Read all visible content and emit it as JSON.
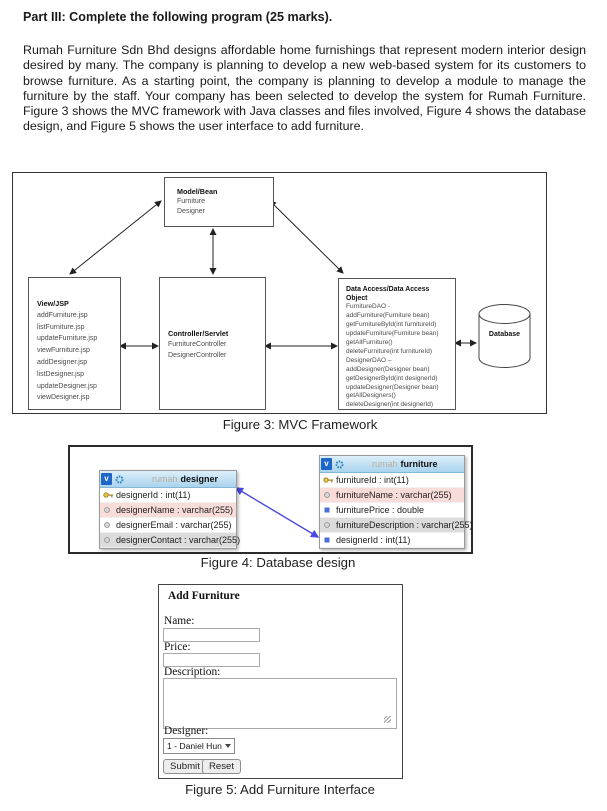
{
  "page": {
    "heading": "Part III: Complete the following program (25 marks).",
    "paragraph": "Rumah Furniture Sdn Bhd designs affordable home furnishings that represent modern interior design desired by many. The company is planning to develop a new web-based system for its customers to browse furniture. As a starting point, the company is planning to develop a module to manage the furniture by the staff. Your company has been selected to develop the system for Rumah Furniture. Figure 3 shows the MVC framework with Java classes and files involved, Figure 4 shows the database design, and Figure 5 shows the user interface to add furniture."
  },
  "figure3": {
    "caption": "Figure 3: MVC Framework",
    "model_bean": {
      "title": "Model/Bean",
      "items": [
        "Furniture",
        "Designer"
      ]
    },
    "view_jsp": {
      "title": "View/JSP",
      "items": [
        "addFurniture.jsp",
        "listFurniture.jsp",
        "updateFurniture.jsp",
        "viewFurniture.jsp",
        "addDesigner.jsp",
        "listDesigner.jsp",
        "updateDesigner.jsp",
        "viewDesigner.jsp"
      ]
    },
    "controller": {
      "title": "Controller/Servlet",
      "items": [
        "FurnitureController",
        "DesignerController"
      ]
    },
    "dao": {
      "title": "Data Access/Data Access Object",
      "items": [
        "FurnitureDAO -",
        "addFurniture(Furniture bean)",
        "getFurnitureById(int furnitureId)",
        "updateFurniture(Furniture bean)",
        "getAllFurniture()",
        "deleteFurniture(int furnitureId)",
        "DesignerDAO –",
        "addDesigner(Designer bean)",
        "getDesignerById(int designerId)",
        "updateDesigner(Designer bean)",
        "getAllDesigners()",
        "deleteDesigner(int designerId)"
      ]
    },
    "database_label": "Database"
  },
  "figure4": {
    "caption": "Figure 4: Database design",
    "collapse_glyph": "v",
    "designer_table": {
      "schema": "rumah",
      "name": "designer",
      "columns": [
        {
          "label": "designerId : int(11)",
          "icon": "primary-key"
        },
        {
          "label": "designerName : varchar(255)",
          "icon": "column"
        },
        {
          "label": "designerEmail : varchar(255)",
          "icon": "column"
        },
        {
          "label": "designerContact : varchar(255)",
          "icon": "column"
        }
      ]
    },
    "furniture_table": {
      "schema": "rumah",
      "name": "furniture",
      "columns": [
        {
          "label": "furnitureId : int(11)",
          "icon": "primary-key"
        },
        {
          "label": "furnitureName : varchar(255)",
          "icon": "column"
        },
        {
          "label": "furniturePrice : double",
          "icon": "numeric-column"
        },
        {
          "label": "furnitureDescription : varchar(255)",
          "icon": "column"
        },
        {
          "label": "designerId : int(11)",
          "icon": "foreign-key-column"
        }
      ]
    }
  },
  "figure5": {
    "caption": "Figure 5: Add Furniture Interface",
    "form_title": "Add Furniture",
    "name_label": "Name:",
    "price_label": "Price:",
    "description_label": "Description:",
    "designer_label": "Designer:",
    "designer_value": "1 - Daniel Hun",
    "submit_label": "Submit",
    "reset_label": "Reset"
  },
  "colors": {
    "table_header_blue": "#a9d3ee",
    "collapse_box_blue": "#1e66c8",
    "row_pink": "#f8dcd9",
    "row_gray": "#dcdcdc",
    "relation_line_blue": "#4a4ae0",
    "key_icon_yellow": "#e6c84f",
    "diagram_stroke": "#333333"
  }
}
